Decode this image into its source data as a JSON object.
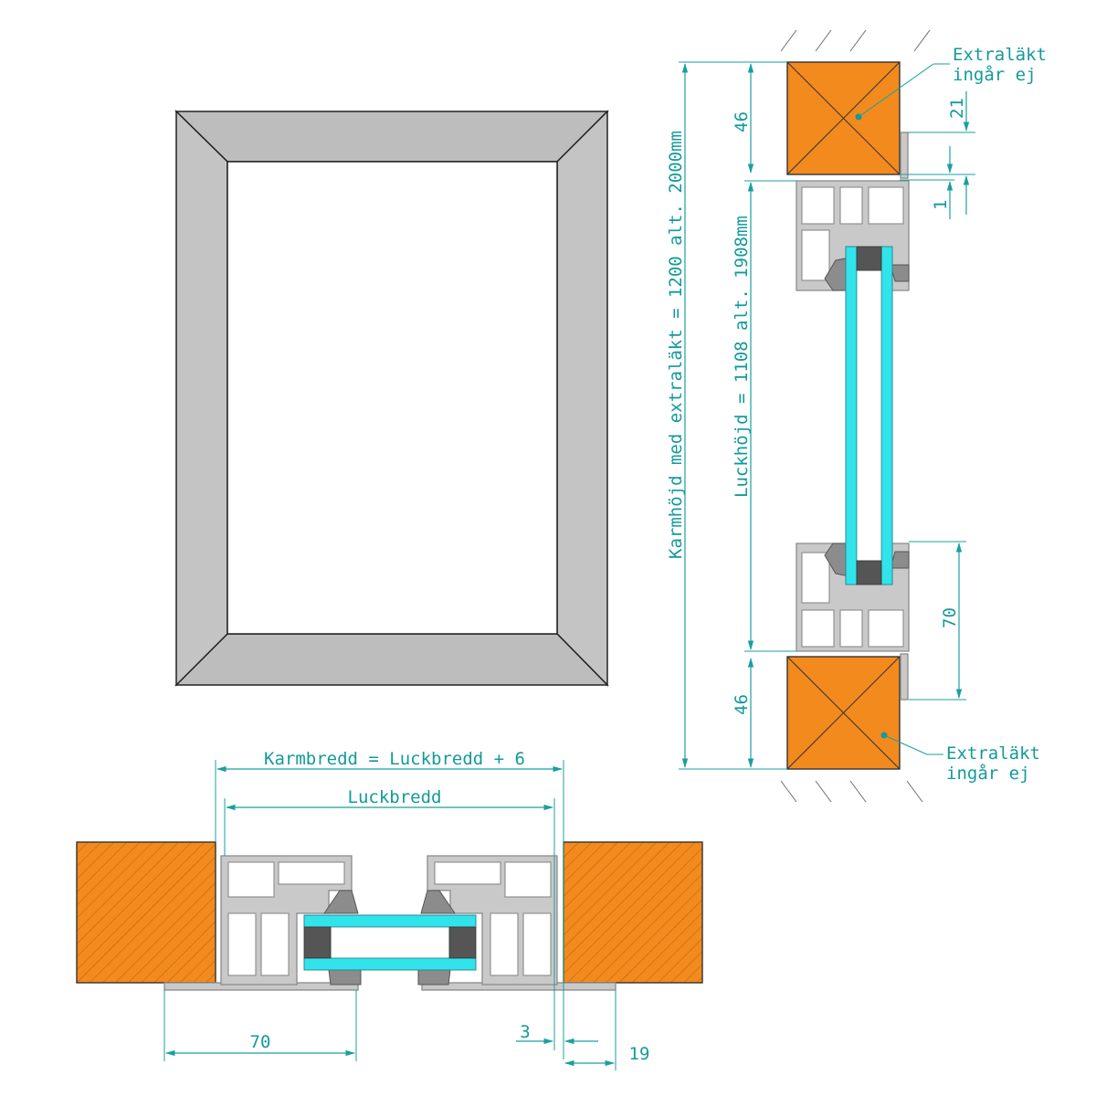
{
  "labels": {
    "karmhojd": "Karmhöjd med extraläkt = 1200 alt. 2000mm",
    "luckhojd": "Luckhöjd = 1108 alt. 1908mm",
    "extralakt_top_1": "Extraläkt",
    "extralakt_top_2": "ingår ej",
    "extralakt_bot_1": "Extraläkt",
    "extralakt_bot_2": "ingår ej",
    "karmbredd": "Karmbredd = Luckbredd + 6",
    "luckbredd": "Luckbredd"
  },
  "dimensions": {
    "top_wood": "46",
    "bottom_wood": "46",
    "top_offset": "21",
    "gap": "1",
    "profile_height": "70",
    "bottom_profile_width": "70",
    "bottom_gap": "3",
    "bottom_flange": "19"
  },
  "colors": {
    "frame_gray": "#bdbdbd",
    "wood_orange": "#f28a1e",
    "glass_cyan": "#31e3ea",
    "dimension_teal": "#139a9a"
  }
}
